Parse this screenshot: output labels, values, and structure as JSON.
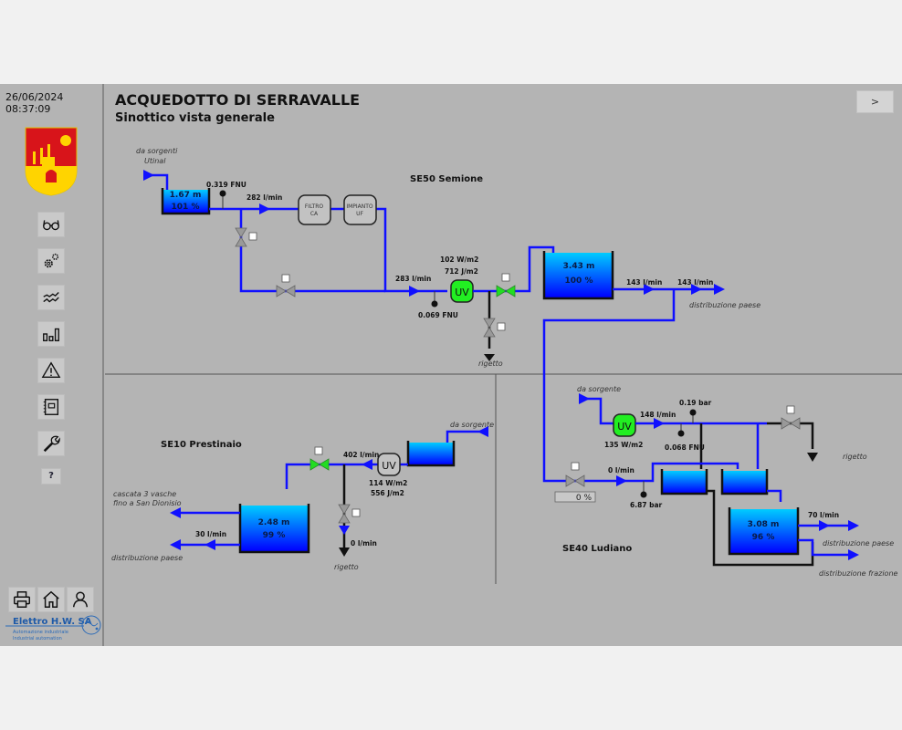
{
  "datetime": "26/06/2024 08:37:09",
  "header": {
    "title": "ACQUEDOTTO DI SERRAVALLE",
    "subtitle": "Sinottico vista generale",
    "next_label": ">"
  },
  "sidebar": {
    "nav_icons": [
      "glasses-icon",
      "gears-icon",
      "trend-icon",
      "bar-chart-icon",
      "warning-icon",
      "notebook-icon",
      "wrench-icon"
    ],
    "help_label": "?",
    "bottom_icons": [
      "printer-icon",
      "home-icon",
      "user-icon"
    ],
    "company": "Elettro H.W. SA",
    "company_sub1": "Automazione industriale",
    "company_sub2": "Industrial automation"
  },
  "colors": {
    "pipe": "#1010ff",
    "uv_active": "#22ee22",
    "valve_open": "#22dd22",
    "valve_closed": "#999999",
    "tank_top": "#00ccff",
    "tank_bottom": "#0000ff"
  },
  "se50": {
    "name": "SE50 Semione",
    "source_label_1": "da sorgenti",
    "source_label_2": "Utinal",
    "tank1_level": "1.67 m",
    "tank1_pct": "101 %",
    "turbidity_in": "0.319 FNU",
    "flow_in": "282 l/min",
    "filter_label_1": "FILTRO",
    "filter_label_2": "CA",
    "uf_label_1": "IMPIANTO",
    "uf_label_2": "UF",
    "flow_uv": "283 l/min",
    "uv_label": "UV",
    "uv_irradiance": "102 W/m2",
    "uv_dose": "712 J/m2",
    "turbidity_out": "0.069 FNU",
    "reject_label": "rigetto",
    "tank2_level": "3.43 m",
    "tank2_pct": "100 %",
    "flow_out1": "143 l/min",
    "flow_out2": "143 l/min",
    "dist_label": "distribuzione paese"
  },
  "se10": {
    "name": "SE10 Prestinaio",
    "source_label": "da sorgente",
    "uv_label": "UV",
    "flow_in": "402 l/min",
    "uv_irradiance": "114 W/m2",
    "uv_dose": "556 J/m2",
    "reject_flow": "0 l/min",
    "reject_label": "rigetto",
    "tank_level": "2.48 m",
    "tank_pct": "99 %",
    "cascade_label_1": "cascata 3 vasche",
    "cascade_label_2": "fino a San Dionisio",
    "dist_flow": "30 l/min",
    "dist_label": "distribuzione paese"
  },
  "se40": {
    "name": "SE40 Ludiano",
    "source_label": "da sorgente",
    "uv_label": "UV",
    "uv_irradiance": "135 W/m2",
    "flow_uv": "148 l/min",
    "pressure_1": "0.19 bar",
    "turbidity": "0.068 FNU",
    "reject_label": "rigetto",
    "flow_in2": "0 l/min",
    "valve_pct": "0 %",
    "pressure_2": "6.87 bar",
    "tank_level": "3.08 m",
    "tank_pct": "96 %",
    "dist_flow": "70 l/min",
    "dist_label_1": "distribuzione paese",
    "dist_label_2": "distribuzione frazione"
  }
}
